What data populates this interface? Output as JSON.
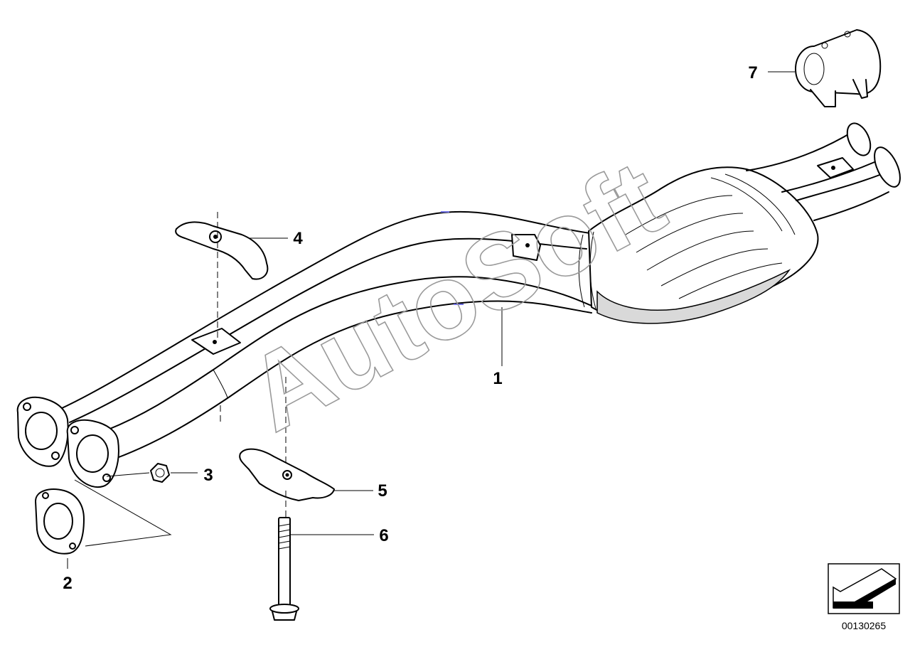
{
  "callouts": [
    {
      "id": "1",
      "label": "1"
    },
    {
      "id": "2",
      "label": "2"
    },
    {
      "id": "3",
      "label": "3"
    },
    {
      "id": "4",
      "label": "4"
    },
    {
      "id": "5",
      "label": "5"
    },
    {
      "id": "6",
      "label": "6"
    },
    {
      "id": "7",
      "label": "7"
    }
  ],
  "watermark": "AutoSoft",
  "document_number": "00130265",
  "icons": {
    "direction_marker": "arrow-left-down-icon"
  },
  "colors": {
    "line": "#000000",
    "background": "#ffffff",
    "watermark": "#9a9a9a",
    "accent": "#6f6fe0"
  }
}
